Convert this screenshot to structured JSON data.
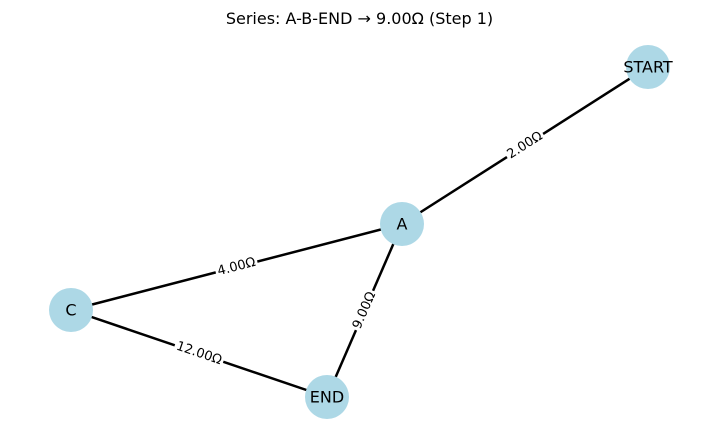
{
  "title": "Series: A-B-END → 9.00Ω (Step 1)",
  "colors": {
    "node_fill": "#add8e6",
    "edge": "#000000",
    "label_bg": "#ffffff"
  },
  "graph": {
    "nodes": [
      {
        "id": "START",
        "label": "START"
      },
      {
        "id": "A",
        "label": "A"
      },
      {
        "id": "C",
        "label": "C"
      },
      {
        "id": "END",
        "label": "END"
      }
    ],
    "edges": [
      {
        "from": "START",
        "to": "A",
        "label": "2.00Ω"
      },
      {
        "from": "A",
        "to": "C",
        "label": "4.00Ω"
      },
      {
        "from": "A",
        "to": "END",
        "label": "9.00Ω"
      },
      {
        "from": "C",
        "to": "END",
        "label": "12.00Ω"
      }
    ]
  }
}
